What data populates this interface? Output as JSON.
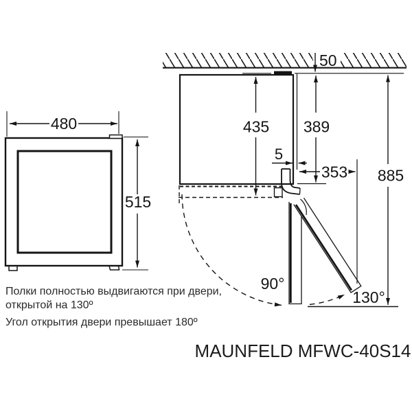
{
  "title": "MAUNFELD MFWC-40S14",
  "notes": {
    "line1": "Полки полностью выдвигаются при двери,",
    "line2": "открытой на 130º",
    "line3": "Угол открытия двери превышает 180º"
  },
  "front_view": {
    "width_label": "480",
    "height_label": "515"
  },
  "plan_view": {
    "wall_gap_label": "50",
    "depth_with_door_label": "435",
    "depth_body_label": "389",
    "door_offset_label": "5",
    "door_swing_clearance_label": "353",
    "total_depth_open_label": "885",
    "angle_90_label": "90°",
    "angle_130_label": "130°"
  },
  "colors": {
    "line": "#151515",
    "background": "#ffffff"
  }
}
